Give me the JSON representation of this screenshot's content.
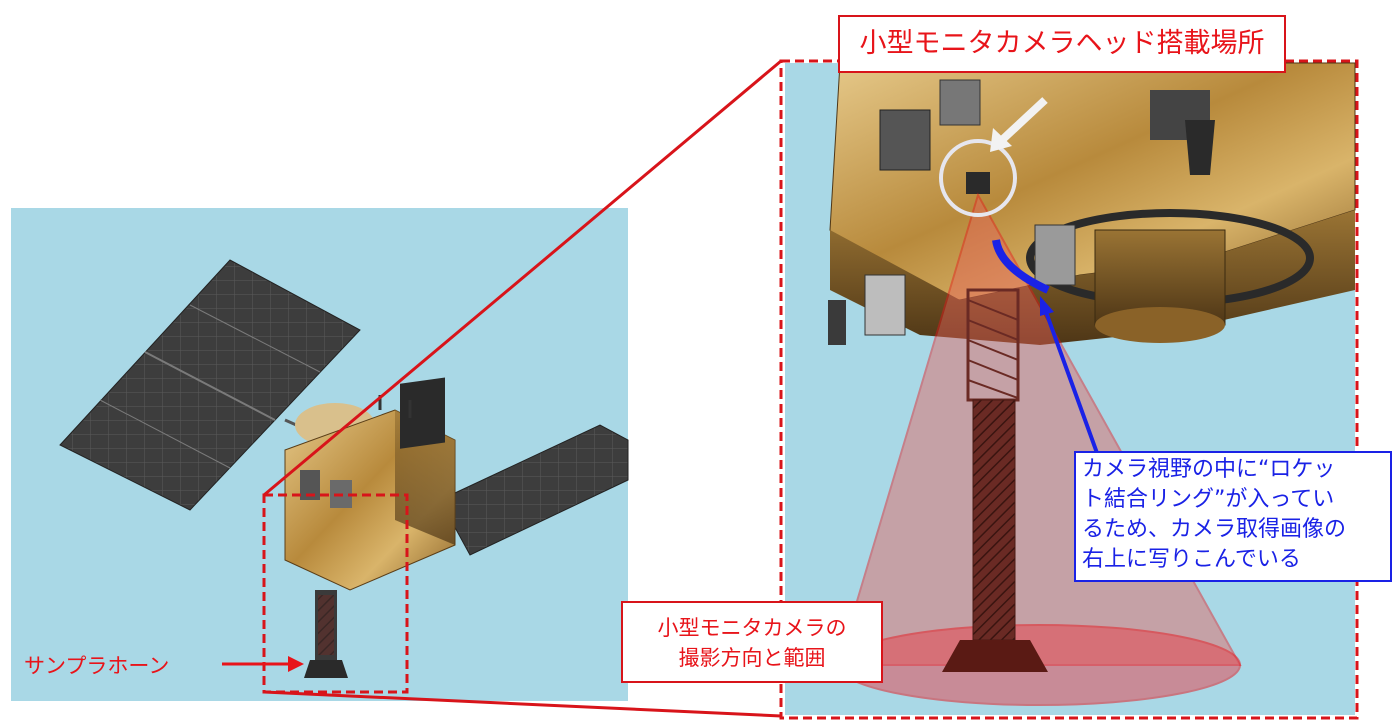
{
  "labels": {
    "camera_head_location": "小型モニタカメラヘッド搭載場所",
    "sampler_horn": "サンプラホーン",
    "camera_direction_line1": "小型モニタカメラの",
    "camera_direction_line2": "撮影方向と範囲",
    "ring_note_line1": "カメラ視野の中に“ロケッ",
    "ring_note_line2": "ト結合リング”が入ってい",
    "ring_note_line3": "るため、カメラ取得画像の",
    "ring_note_line4": "右上に写りこんでいる"
  },
  "colors": {
    "sky": "#a9d8e6",
    "red": "#d8141a",
    "blue": "#1a22e6",
    "gold": "#c8a25a",
    "panel": "#3a3a3a"
  }
}
